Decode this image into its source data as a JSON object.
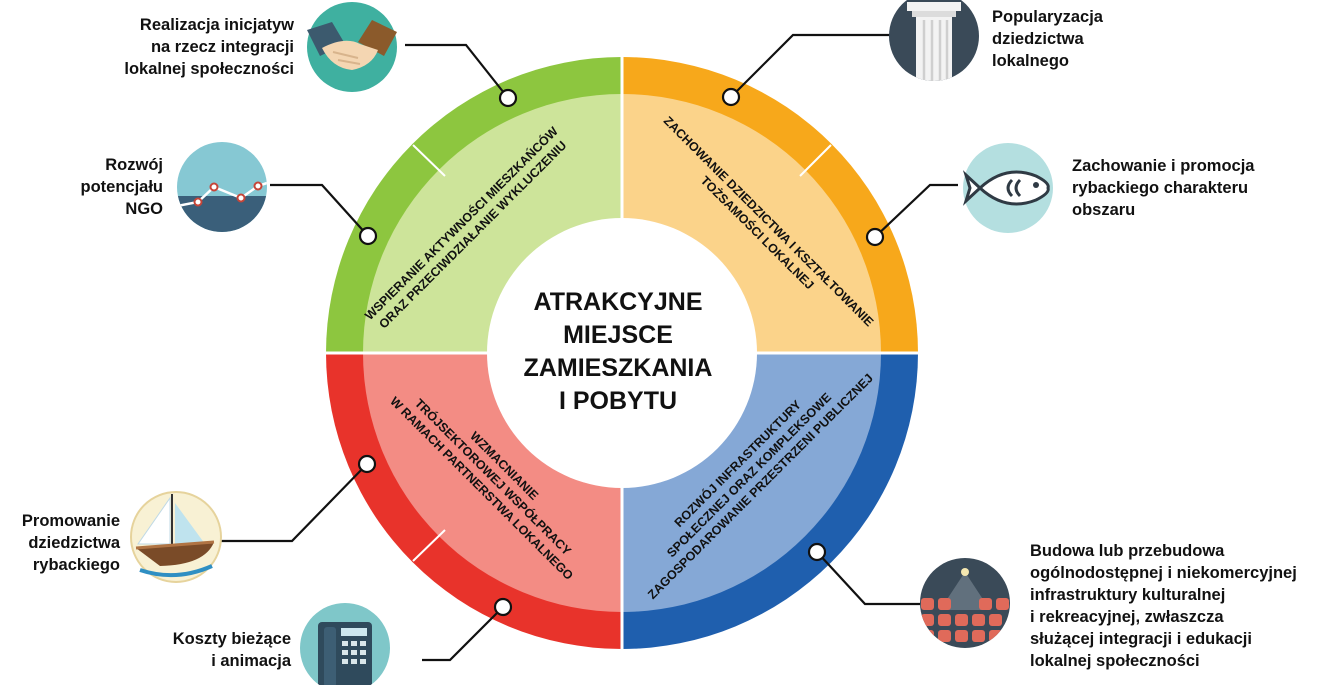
{
  "center": {
    "lines": [
      "ATRAKCYJNE",
      "MIEJSCE",
      "ZAMIESZKANIA",
      "I POBYTU"
    ]
  },
  "quadrants": {
    "green": {
      "lines": [
        "WSPIERANIE AKTYWNOŚCI MIESZKAŃCÓW",
        "ORAZ PRZECIWDZIAŁANIE WYKLUCZENIU"
      ],
      "color_outer": "#8dc63f",
      "color_inner": "#cde49a"
    },
    "orange": {
      "lines": [
        "ZACHOWANIE DZIEDZICTWA I KSZTAŁTOWANIE",
        "TOŻSAMOŚCI LOKALNEJ"
      ],
      "color_outer": "#f7a81b",
      "color_inner": "#fbd38a"
    },
    "blue": {
      "lines": [
        "ROZWÓJ INFRASTRUKTURY",
        "SPOŁECZNEJ ORAZ KOMPLEKSOWE",
        "ZAGOSPODAROWANIE PRZESTRZENI PUBLICZNEJ"
      ],
      "color_outer": "#1f5fae",
      "color_inner": "#85a8d6"
    },
    "red": {
      "lines": [
        "WZMACNIANIE",
        "TRÓJSEKTOROWEJ WSPÓŁPRACY",
        "W RAMACH PARTNERSTWA LOKALNEGO"
      ],
      "color_outer": "#e8332b",
      "color_inner": "#f38c84"
    }
  },
  "labels": {
    "handshake": [
      "Realizacja inicjatyw",
      "na rzecz integracji",
      "lokalnej społeczności"
    ],
    "ngo": [
      "Rozwój",
      "potencjału",
      "NGO"
    ],
    "column": [
      "Popularyzacja",
      "dziedzictwa",
      "lokalnego"
    ],
    "fish": [
      "Zachowanie i promocja",
      "rybackiego charakteru",
      "obszaru"
    ],
    "boat": [
      "Promowanie",
      "dziedzictwa",
      "rybackiego"
    ],
    "phone": [
      "Koszty bieżące",
      "i animacja"
    ],
    "theater": [
      "Budowa lub przebudowa",
      "ogólnodostępnej i niekomercyjnej",
      "infrastruktury kulturalnej",
      "i rekreacyjnej, zwłaszcza",
      "służącej integracji i edukacji",
      "lokalnej społeczności"
    ]
  },
  "icons": [
    "handshake-icon",
    "chart-line-icon",
    "column-icon",
    "fish-icon",
    "sailboat-icon",
    "telephone-icon",
    "theater-seats-icon"
  ]
}
